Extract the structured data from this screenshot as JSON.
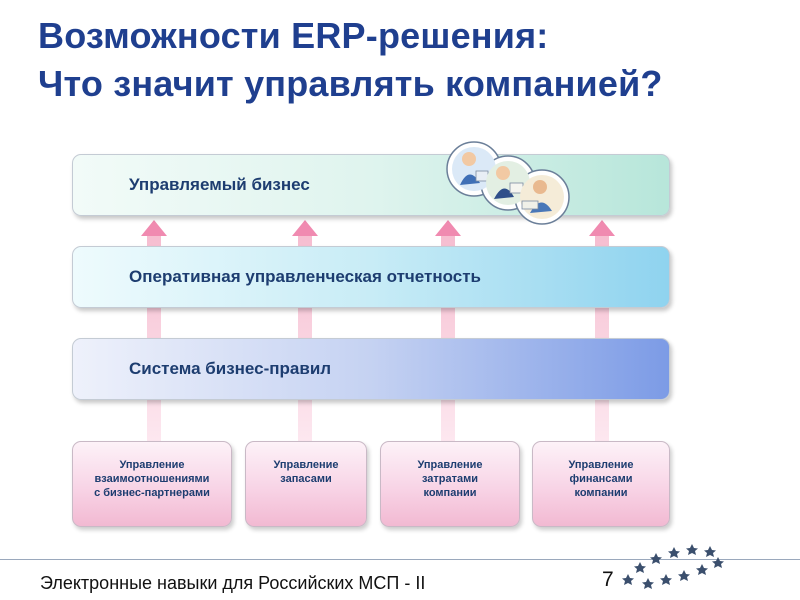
{
  "title": {
    "line1": "Возможности ERP-решения:",
    "line2": "Что значит управлять компанией?"
  },
  "layers": [
    {
      "label": "Управляемый бизнес"
    },
    {
      "label": "Оперативная управленческая отчетность"
    },
    {
      "label": "Система бизнес-правил"
    }
  ],
  "modules": [
    {
      "label": "Управление\nвзаимоотношениями\nс бизнес-партнерами"
    },
    {
      "label": "Управление\nзапасами"
    },
    {
      "label": "Управление\nзатратами\nкомпании"
    },
    {
      "label": "Управление\nфинансами\nкомпании"
    }
  ],
  "footer": {
    "text": "Электронные навыки для Российских МСП - II",
    "page_number": "7"
  },
  "icons": {
    "people": "people-icon",
    "eu_stars": "eu-stars-icon"
  },
  "colors": {
    "title": "#1f3f8f",
    "label": "#1d3d70",
    "arrow": "#f08ab0"
  }
}
